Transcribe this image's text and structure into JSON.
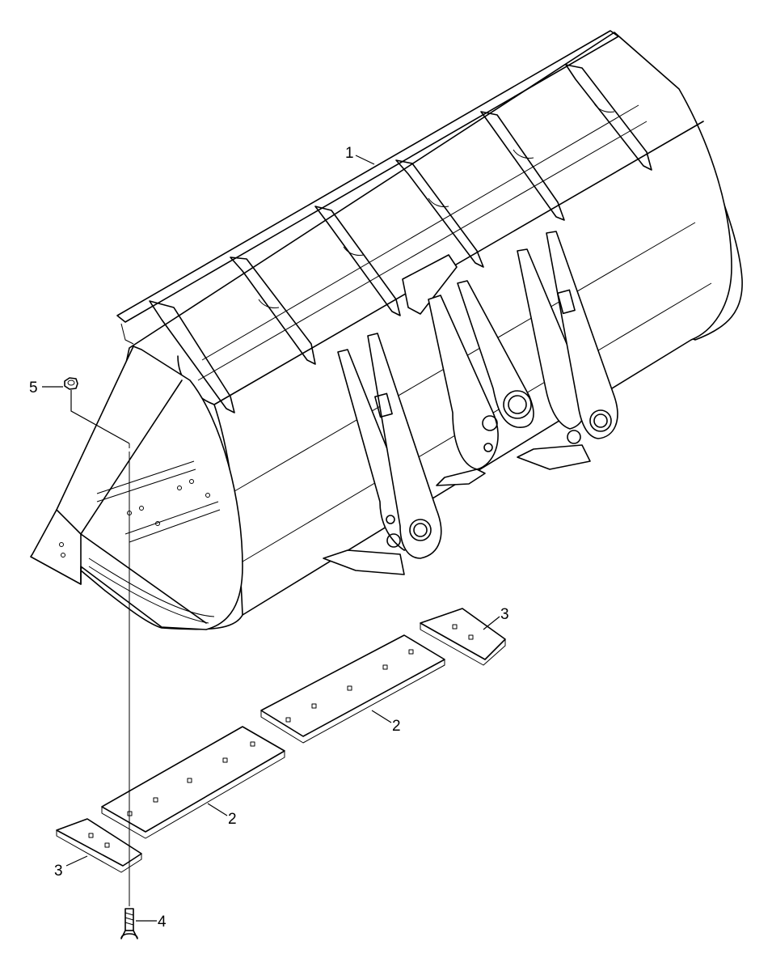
{
  "diagram": {
    "parts": [
      {
        "id": "bucket",
        "callout": "1"
      },
      {
        "id": "cutting-edge-center",
        "callout": "2"
      },
      {
        "id": "cutting-edge-left",
        "callout": "2"
      },
      {
        "id": "end-bit-right",
        "callout": "3"
      },
      {
        "id": "end-bit-left",
        "callout": "3"
      },
      {
        "id": "plow-bolt",
        "callout": "4"
      },
      {
        "id": "nut",
        "callout": "5"
      }
    ],
    "colors": {
      "line": "#000000",
      "background": "#ffffff"
    }
  }
}
